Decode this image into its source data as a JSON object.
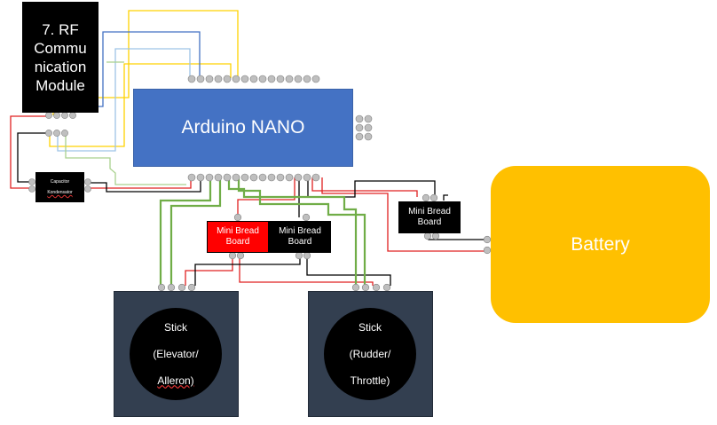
{
  "rf_module": {
    "label": "7. RF\nCommu\nnication\nModule"
  },
  "arduino": {
    "label": "Arduino NANO"
  },
  "capacitor": {
    "line1": "Capacitor",
    "line2": "Kondensator"
  },
  "breadboards": {
    "red": "Mini Bread\nBoard",
    "black": "Mini Bread\nBoard",
    "right": "Mini Bread\nBoard"
  },
  "battery": {
    "label": "Battery"
  },
  "sticks": [
    {
      "line1": "Stick",
      "line2": "(Elevator/",
      "line3": "Alleron)"
    },
    {
      "line1": "Stick",
      "line2": "(Rudder/",
      "line3": "Throttle)"
    }
  ],
  "colors": {
    "arduino": "#4472c4",
    "battery": "#ffc000",
    "stick_background": "#333f50",
    "breadboard_red": "#ff0000",
    "wire_red": "#e02020",
    "wire_black": "#000000",
    "wire_green": "#70ad47",
    "wire_yellow": "#ffd200",
    "wire_blue": "#4472c4",
    "wire_lightblue": "#9dc3e6",
    "wire_lightgreen": "#a9d18e"
  }
}
